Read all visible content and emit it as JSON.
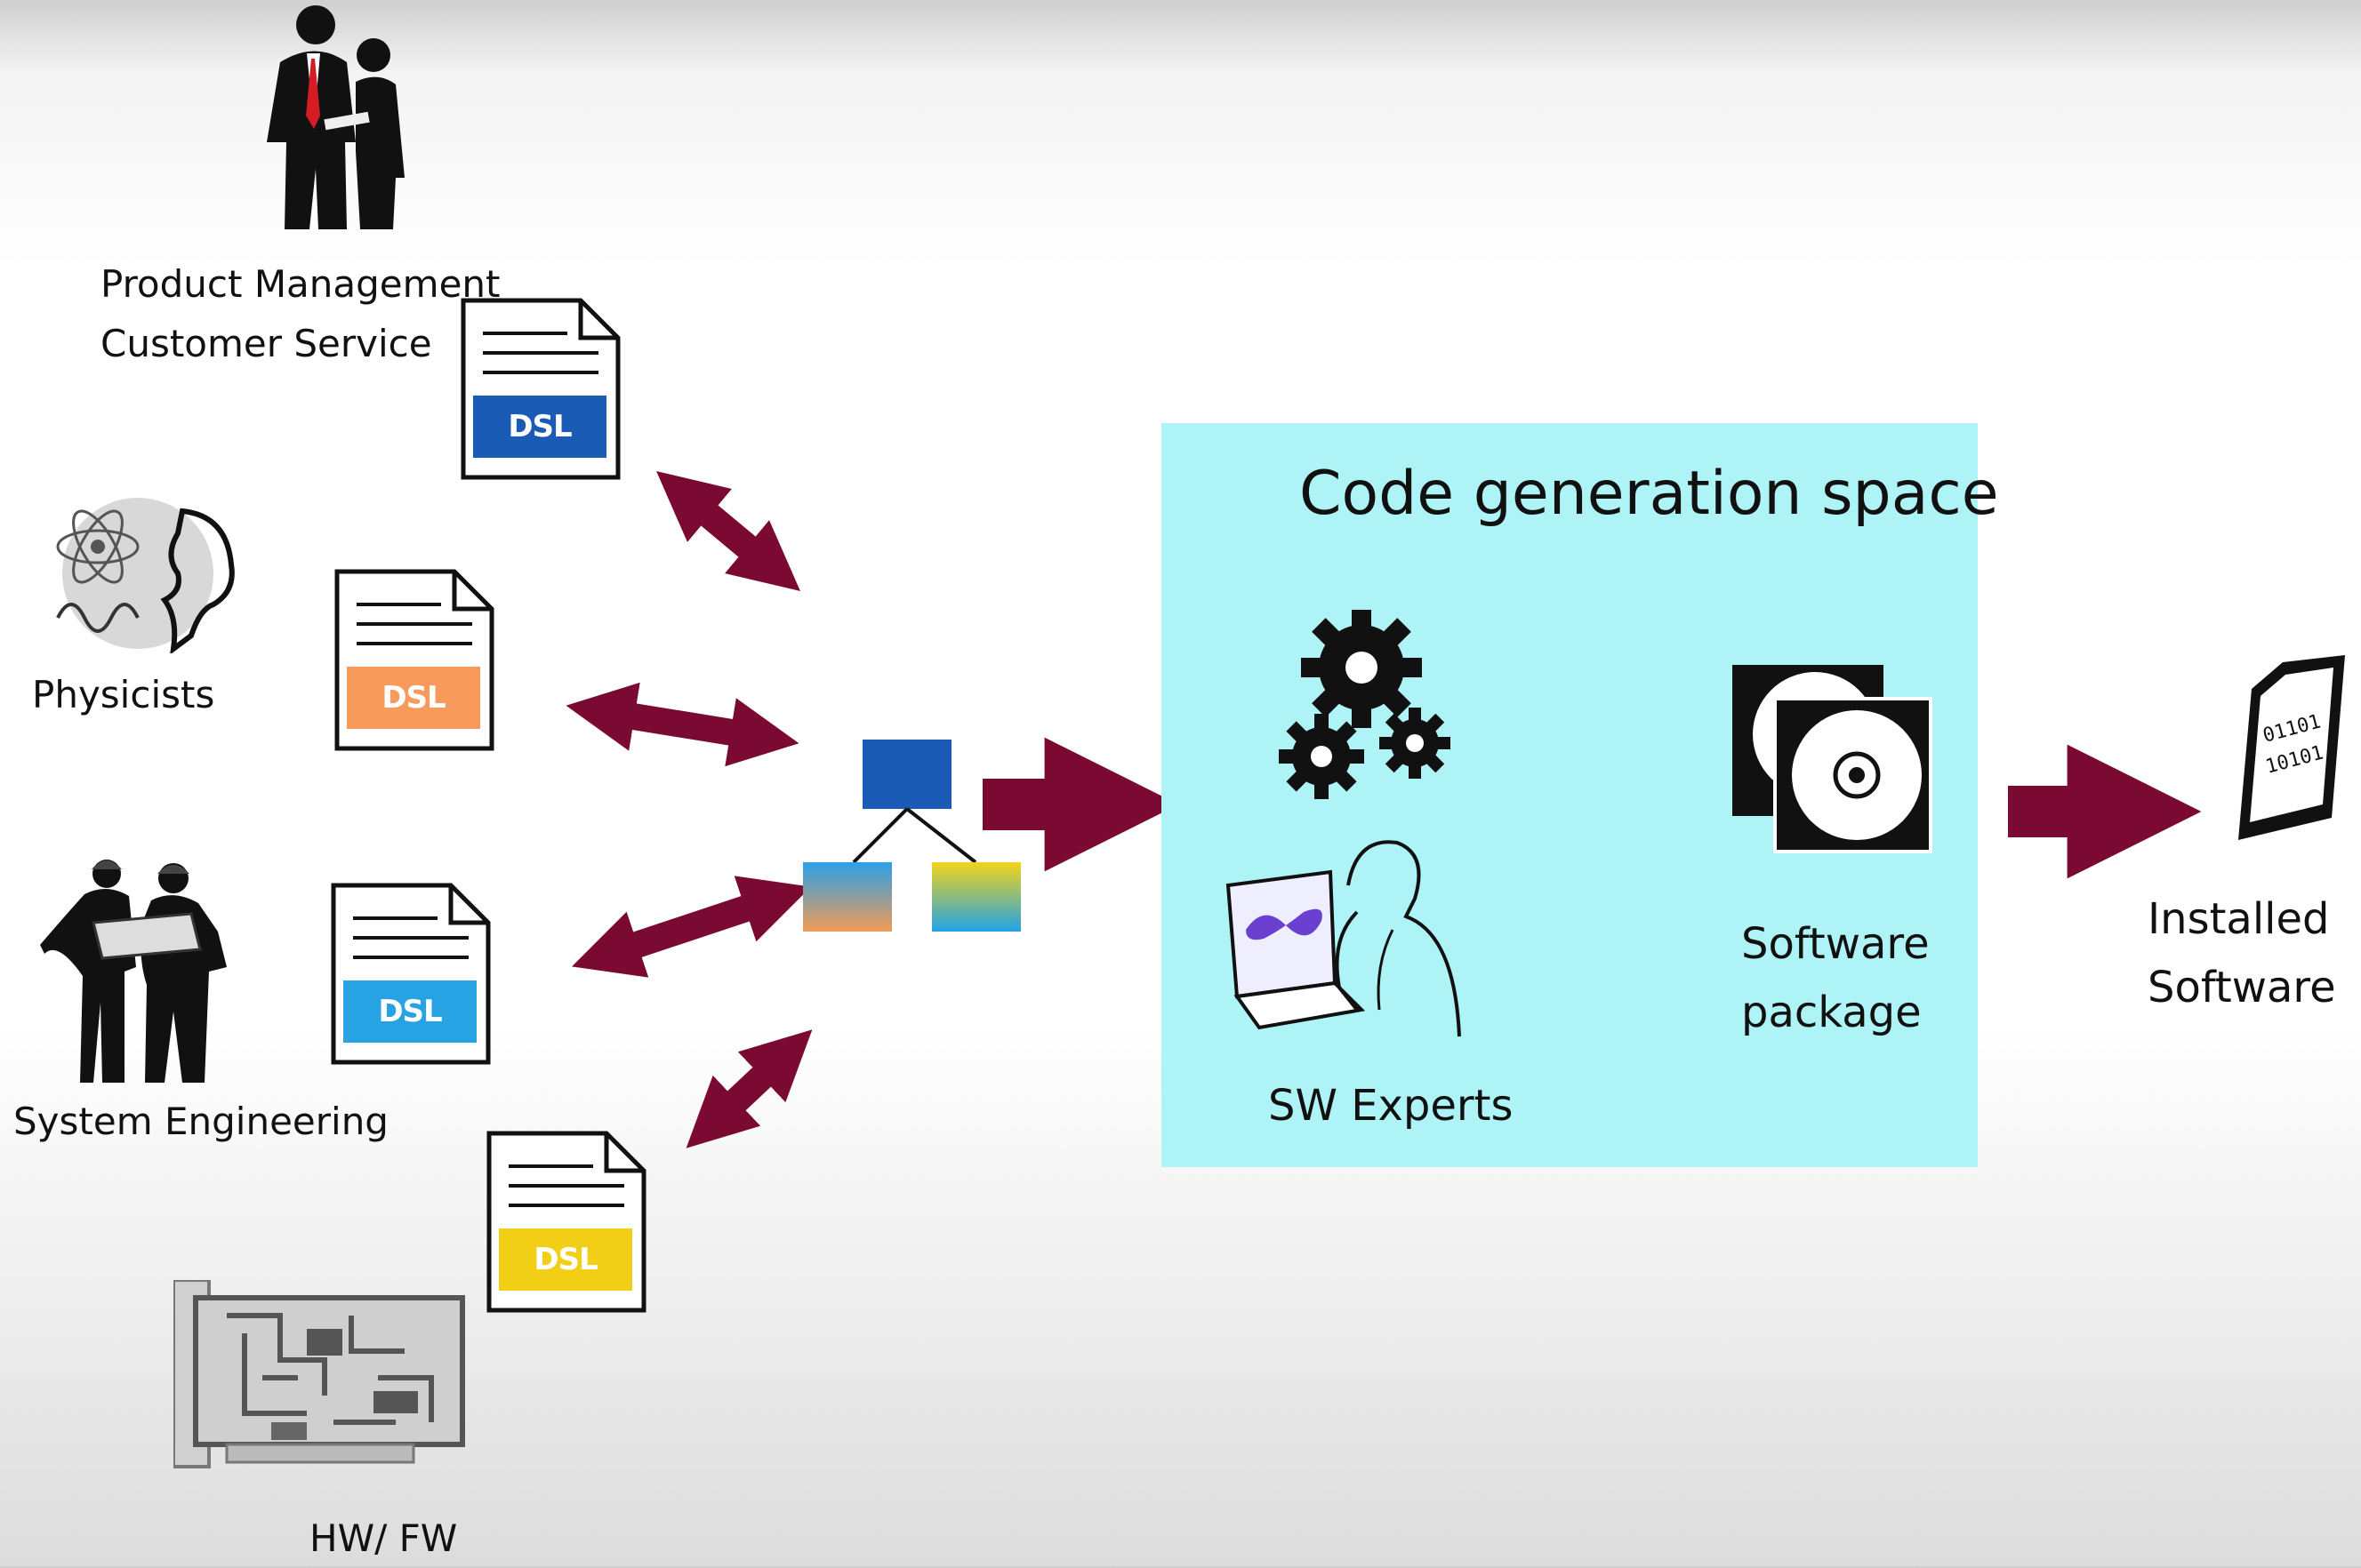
{
  "stakeholders": {
    "management_label": "Product  Management\nCustomer  Service",
    "physicists_label": "Physicists",
    "system_eng_label": "System  Engineering",
    "hwfw_label": "HW/ FW"
  },
  "dsl_docs": [
    {
      "label": "DSL",
      "color": "#1a5bb5"
    },
    {
      "label": "DSL",
      "color": "#f79a5c"
    },
    {
      "label": "DSL",
      "color": "#27a3e3"
    },
    {
      "label": "DSL",
      "color": "#f2cf17"
    }
  ],
  "code_generation": {
    "title": "Code generation space",
    "sw_experts_label": "SW Experts",
    "package_label": "Software\npackage"
  },
  "installed_label": "Installed\nSoftware",
  "binary_text": [
    "01101",
    "10101"
  ],
  "colors": {
    "arrow": "#7b0a33",
    "box_background": "#aef4f6",
    "model_top": "#1a5bb5"
  }
}
